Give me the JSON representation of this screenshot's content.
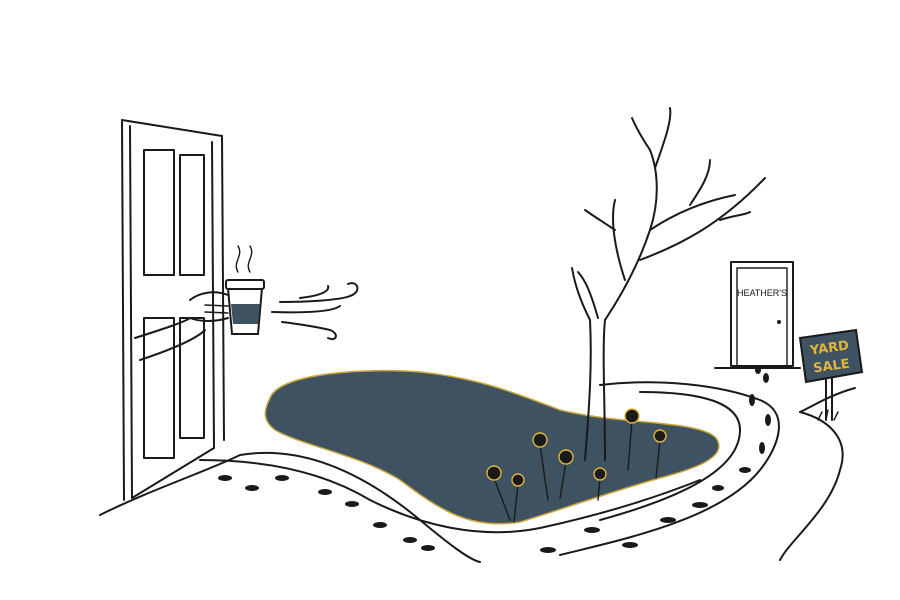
{
  "scene": {
    "door_label": "HEATHER'S",
    "sign_line1": "YARD",
    "sign_line2": "SALE"
  },
  "colors": {
    "ink": "#1a1a1a",
    "pond": "#3e5262",
    "pond_edge": "#c9a53a",
    "flower_gold": "#e0b53a",
    "sign_board": "#3e5262",
    "background": "#ffffff"
  },
  "icons": [
    "door-icon",
    "coffee-cup-icon",
    "wind-icon",
    "tree-icon",
    "flower-icon",
    "footprint-icon",
    "yard-sale-sign-icon"
  ]
}
